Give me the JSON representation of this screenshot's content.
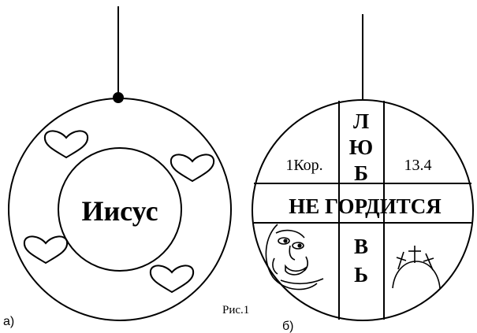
{
  "figure": {
    "caption": "Рис.1",
    "left_panel": {
      "label": "а)",
      "center_text": "Иисус",
      "decorations": [
        "heart-icon",
        "heart-icon",
        "heart-icon",
        "heart-icon"
      ]
    },
    "right_panel": {
      "label": "б)",
      "vertical_letters": [
        "Л",
        "Ю",
        "Б",
        "В",
        "Ь"
      ],
      "horizontal_text": "НЕ ГОРДИТСЯ",
      "reference_left": "1Кор.",
      "reference_right": "13.4",
      "decorations": [
        "crying-face-icon",
        "three-crosses-hill-icon"
      ]
    }
  }
}
